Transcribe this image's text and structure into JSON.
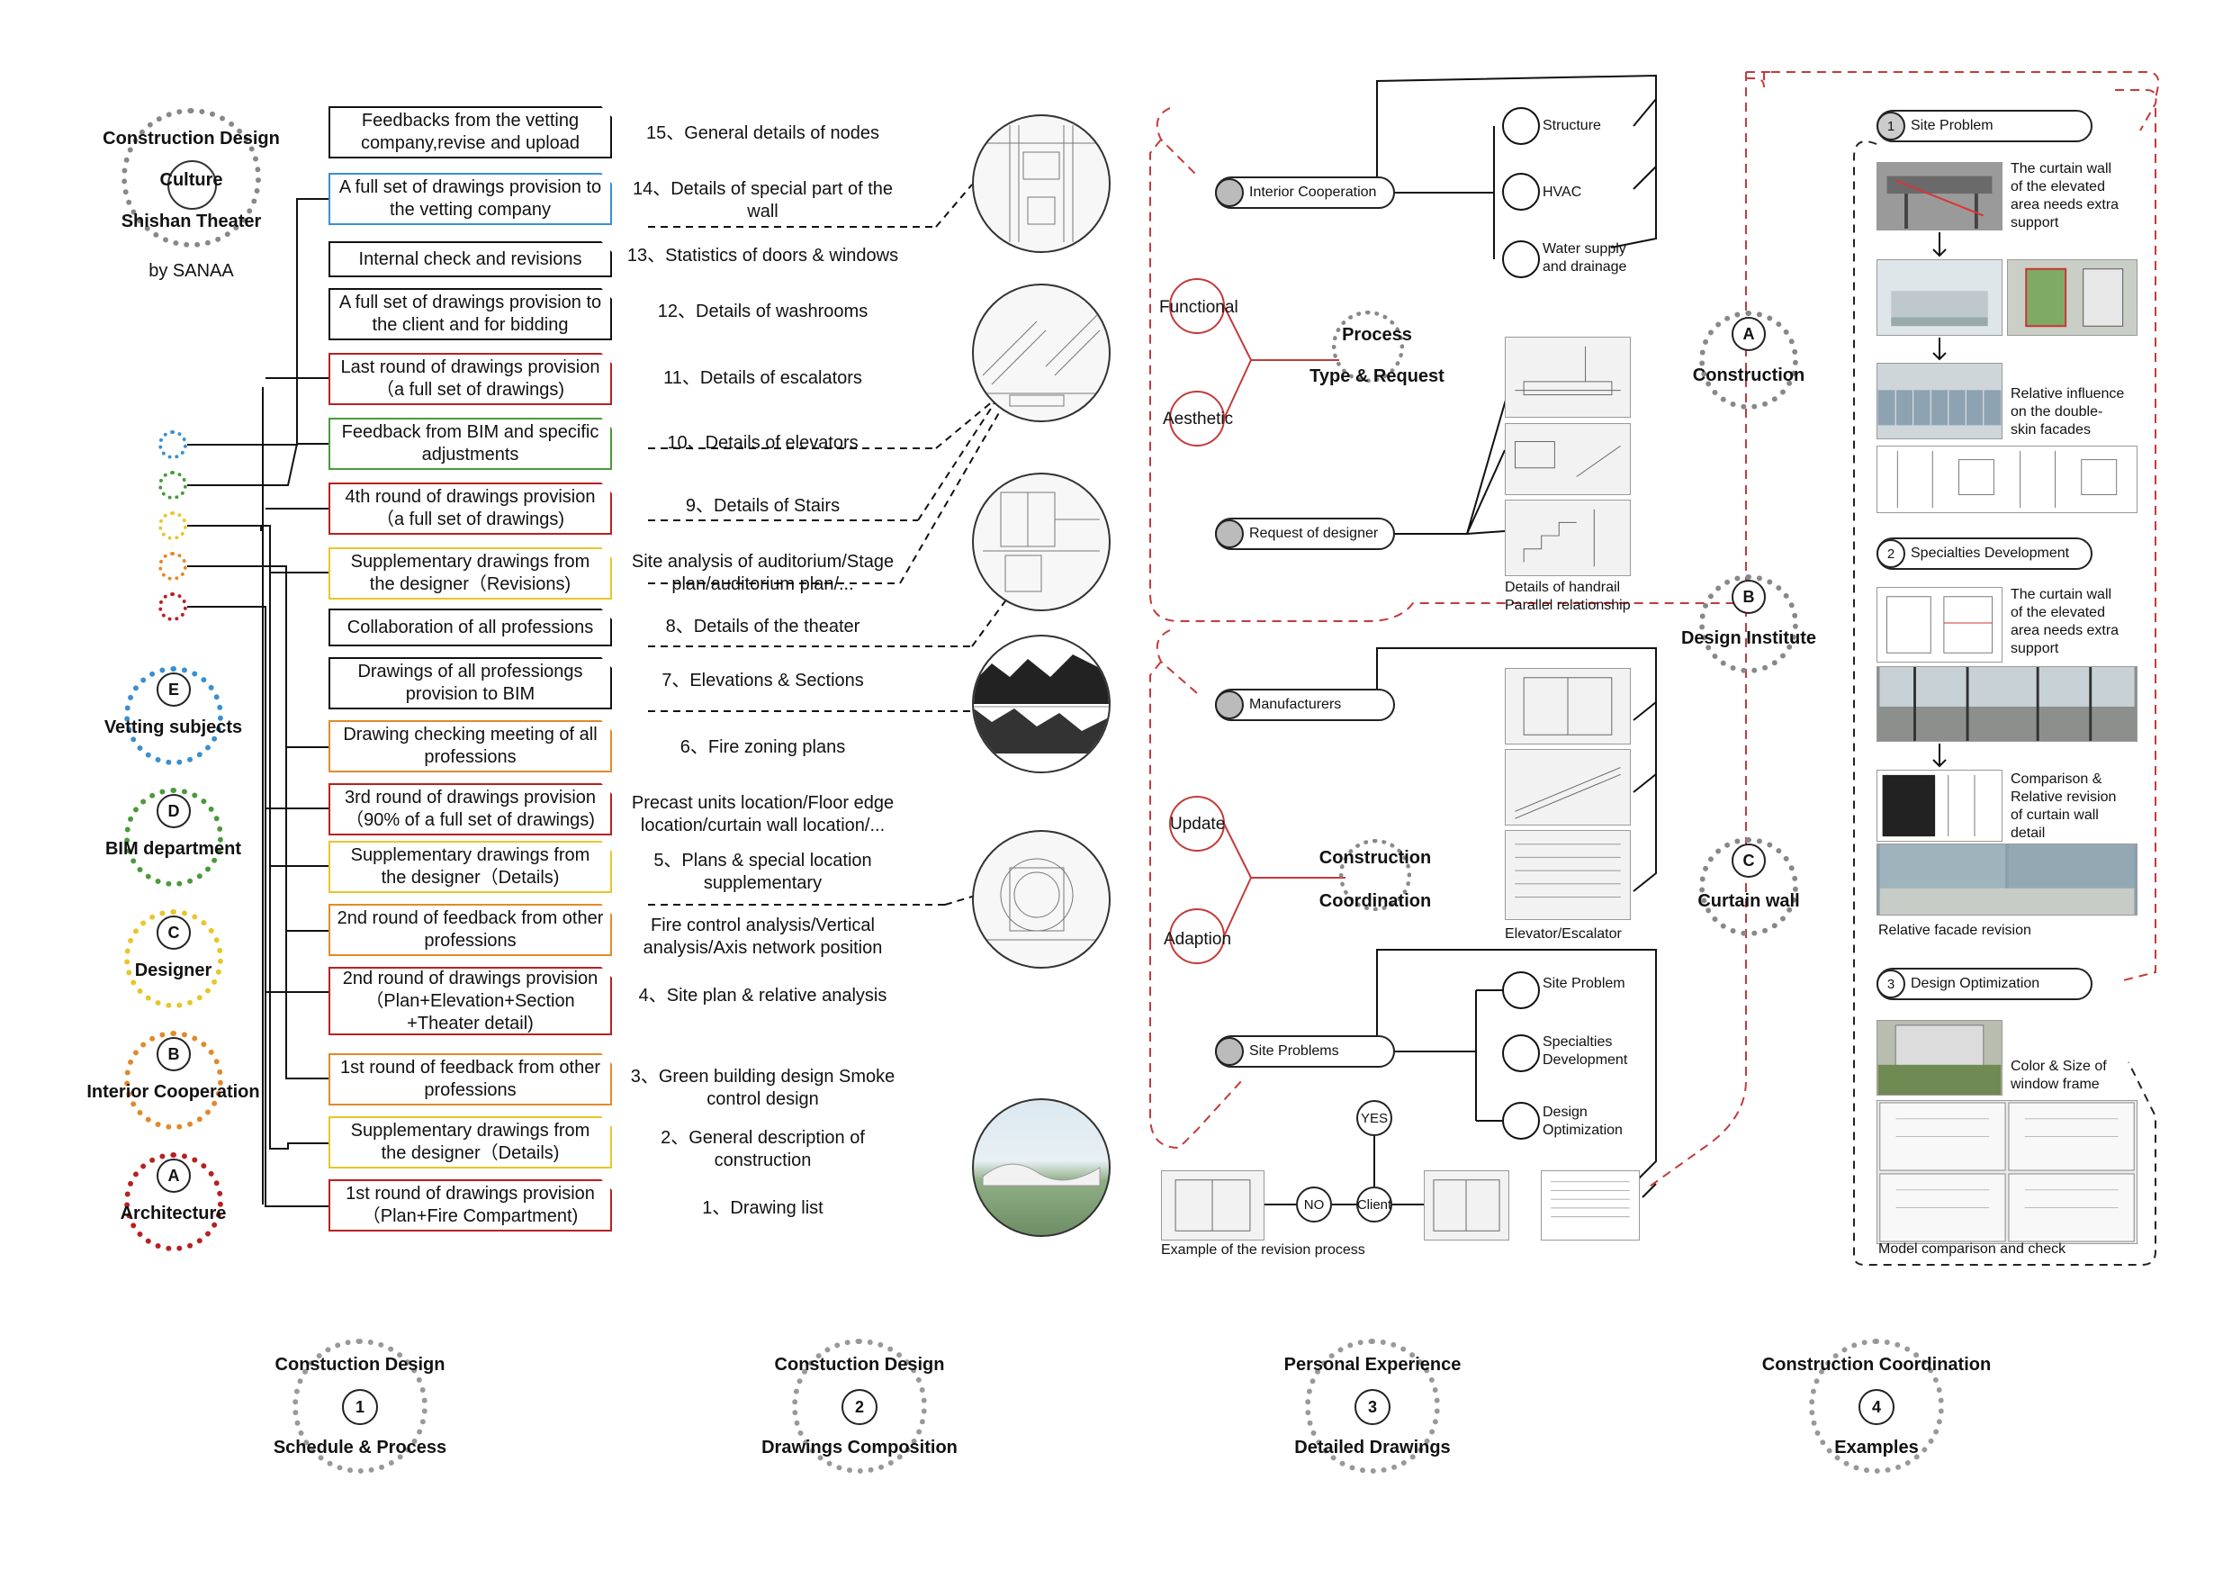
{
  "project": {
    "title_line1": "Construction Design",
    "title_line2": "Culture",
    "title_line3": "Shishan Theater",
    "author": "by SANAA"
  },
  "legend": [
    {
      "letter": "E",
      "name": "Vetting subjects",
      "color": "#3a8fd0"
    },
    {
      "letter": "D",
      "name": "BIM department",
      "color": "#4a9a3a"
    },
    {
      "letter": "C",
      "name": "Designer",
      "color": "#e8c62a"
    },
    {
      "letter": "B",
      "name": "Interior Cooperation",
      "color": "#e08a2a"
    },
    {
      "letter": "A",
      "name": "Architecture",
      "color": "#b82020"
    }
  ],
  "schedule_boxes": [
    {
      "text": "Feedbacks from the vetting company,revise and upload",
      "color": "#111"
    },
    {
      "text": "A full set of drawings provision to the vetting company",
      "color": "#3a8fd0"
    },
    {
      "text": "Internal check and revisions",
      "color": "#111"
    },
    {
      "text": "A full set of drawings provision to the client and for bidding",
      "color": "#111"
    },
    {
      "text": "Last round of drawings provision（a full set of drawings)",
      "color": "#b82020"
    },
    {
      "text": "Feedback from BIM and specific adjustments",
      "color": "#4a9a3a"
    },
    {
      "text": "4th round of drawings provision（a full set of drawings)",
      "color": "#b82020"
    },
    {
      "text": "Supplementary drawings from the designer（Revisions)",
      "color": "#e8c62a"
    },
    {
      "text": "Collaboration of all professions",
      "color": "#111"
    },
    {
      "text": "Drawings of all professiongs provision to BIM",
      "color": "#111"
    },
    {
      "text": "Drawing checking meeting of all professions",
      "color": "#e08a2a"
    },
    {
      "text": "3rd round of drawings provision（90% of a full set of drawings)",
      "color": "#b82020"
    },
    {
      "text": "Supplementary drawings from the designer（Details)",
      "color": "#e8c62a"
    },
    {
      "text": "2nd round of feedback from other professions",
      "color": "#e08a2a"
    },
    {
      "text": "2nd round of drawings provision（Plan+Elevation+Section +Theater detail)",
      "color": "#b82020"
    },
    {
      "text": "1st round of feedback from other professions",
      "color": "#e08a2a"
    },
    {
      "text": "Supplementary drawings from the designer（Details)",
      "color": "#e8c62a"
    },
    {
      "text": "1st round of drawings provision（Plan+Fire Compartment)",
      "color": "#b82020"
    }
  ],
  "drawing_items": [
    "15、General details of nodes",
    "14、Details of special part of the wall",
    "13、Statistics of doors & windows",
    "12、Details of washrooms",
    "11、Details of escalators",
    "10、Details of elevators",
    "9、Details of Stairs",
    "Site analysis of auditorium/Stage plan/auditorium plan/...",
    "8、Details of the theater",
    "7、Elevations & Sections",
    "6、Fire zoning plans",
    "Precast units location/Floor edge location/curtain wall location/...",
    "5、Plans & special location supplementary",
    "Fire control analysis/Vertical analysis/Axis network position",
    "4、Site plan & relative analysis",
    "3、Green building design Smoke control design",
    "2、General description of construction",
    "1、Drawing list"
  ],
  "section3": {
    "interior": {
      "label": "Interior Cooperation",
      "items": [
        "Structure",
        "HVAC",
        "Water supply and drainage"
      ]
    },
    "functional": "Functional",
    "aesthetic": "Aesthetic",
    "process_line1": "Process",
    "process_line2": "Type & Request",
    "request": {
      "label": "Request of designer",
      "caption": "Details of handrail Parallel relationship"
    },
    "manufacturers": {
      "label": "Manufacturers",
      "caption": "Elevator/Escalator"
    },
    "update": "Update",
    "adaption": "Adaption",
    "coord_line1": "Construction",
    "coord_line2": "Coordination",
    "site": {
      "label": "Site Problems",
      "items": [
        "Site Problem",
        "Specialties Development",
        "Design Optimization"
      ]
    },
    "yes": "YES",
    "no": "NO",
    "client": "Client",
    "example_caption": "Example of the revision process"
  },
  "institutes": [
    {
      "letter": "A",
      "name": "Construction"
    },
    {
      "letter": "B",
      "name": "Design Institute"
    },
    {
      "letter": "C",
      "name": "Curtain wall"
    }
  ],
  "section4": {
    "site_problem": {
      "num": "1",
      "label": "Site Problem",
      "note1": "The curtain wall of the elevated area needs extra support",
      "note2": "Relative influence on the double-skin facades"
    },
    "specialties": {
      "num": "2",
      "label": "Specialties Development",
      "note1": "The curtain wall of the elevated area needs extra support",
      "note2": "Comparison & Relative revision of curtain wall detail",
      "caption": "Relative facade revision"
    },
    "optimization": {
      "num": "3",
      "label": "Design Optimization",
      "note1": "Color & Size of window frame",
      "caption": "Model comparison and check"
    }
  },
  "footer": [
    {
      "num": "1",
      "line1": "Constuction Design",
      "line2": "Schedule & Process"
    },
    {
      "num": "2",
      "line1": "Constuction Design",
      "line2": "Drawings Composition"
    },
    {
      "num": "3",
      "line1": "Personal Experience",
      "line2": "Detailed Drawings"
    },
    {
      "num": "4",
      "line1": "Construction Coordination",
      "line2": "Examples"
    }
  ]
}
